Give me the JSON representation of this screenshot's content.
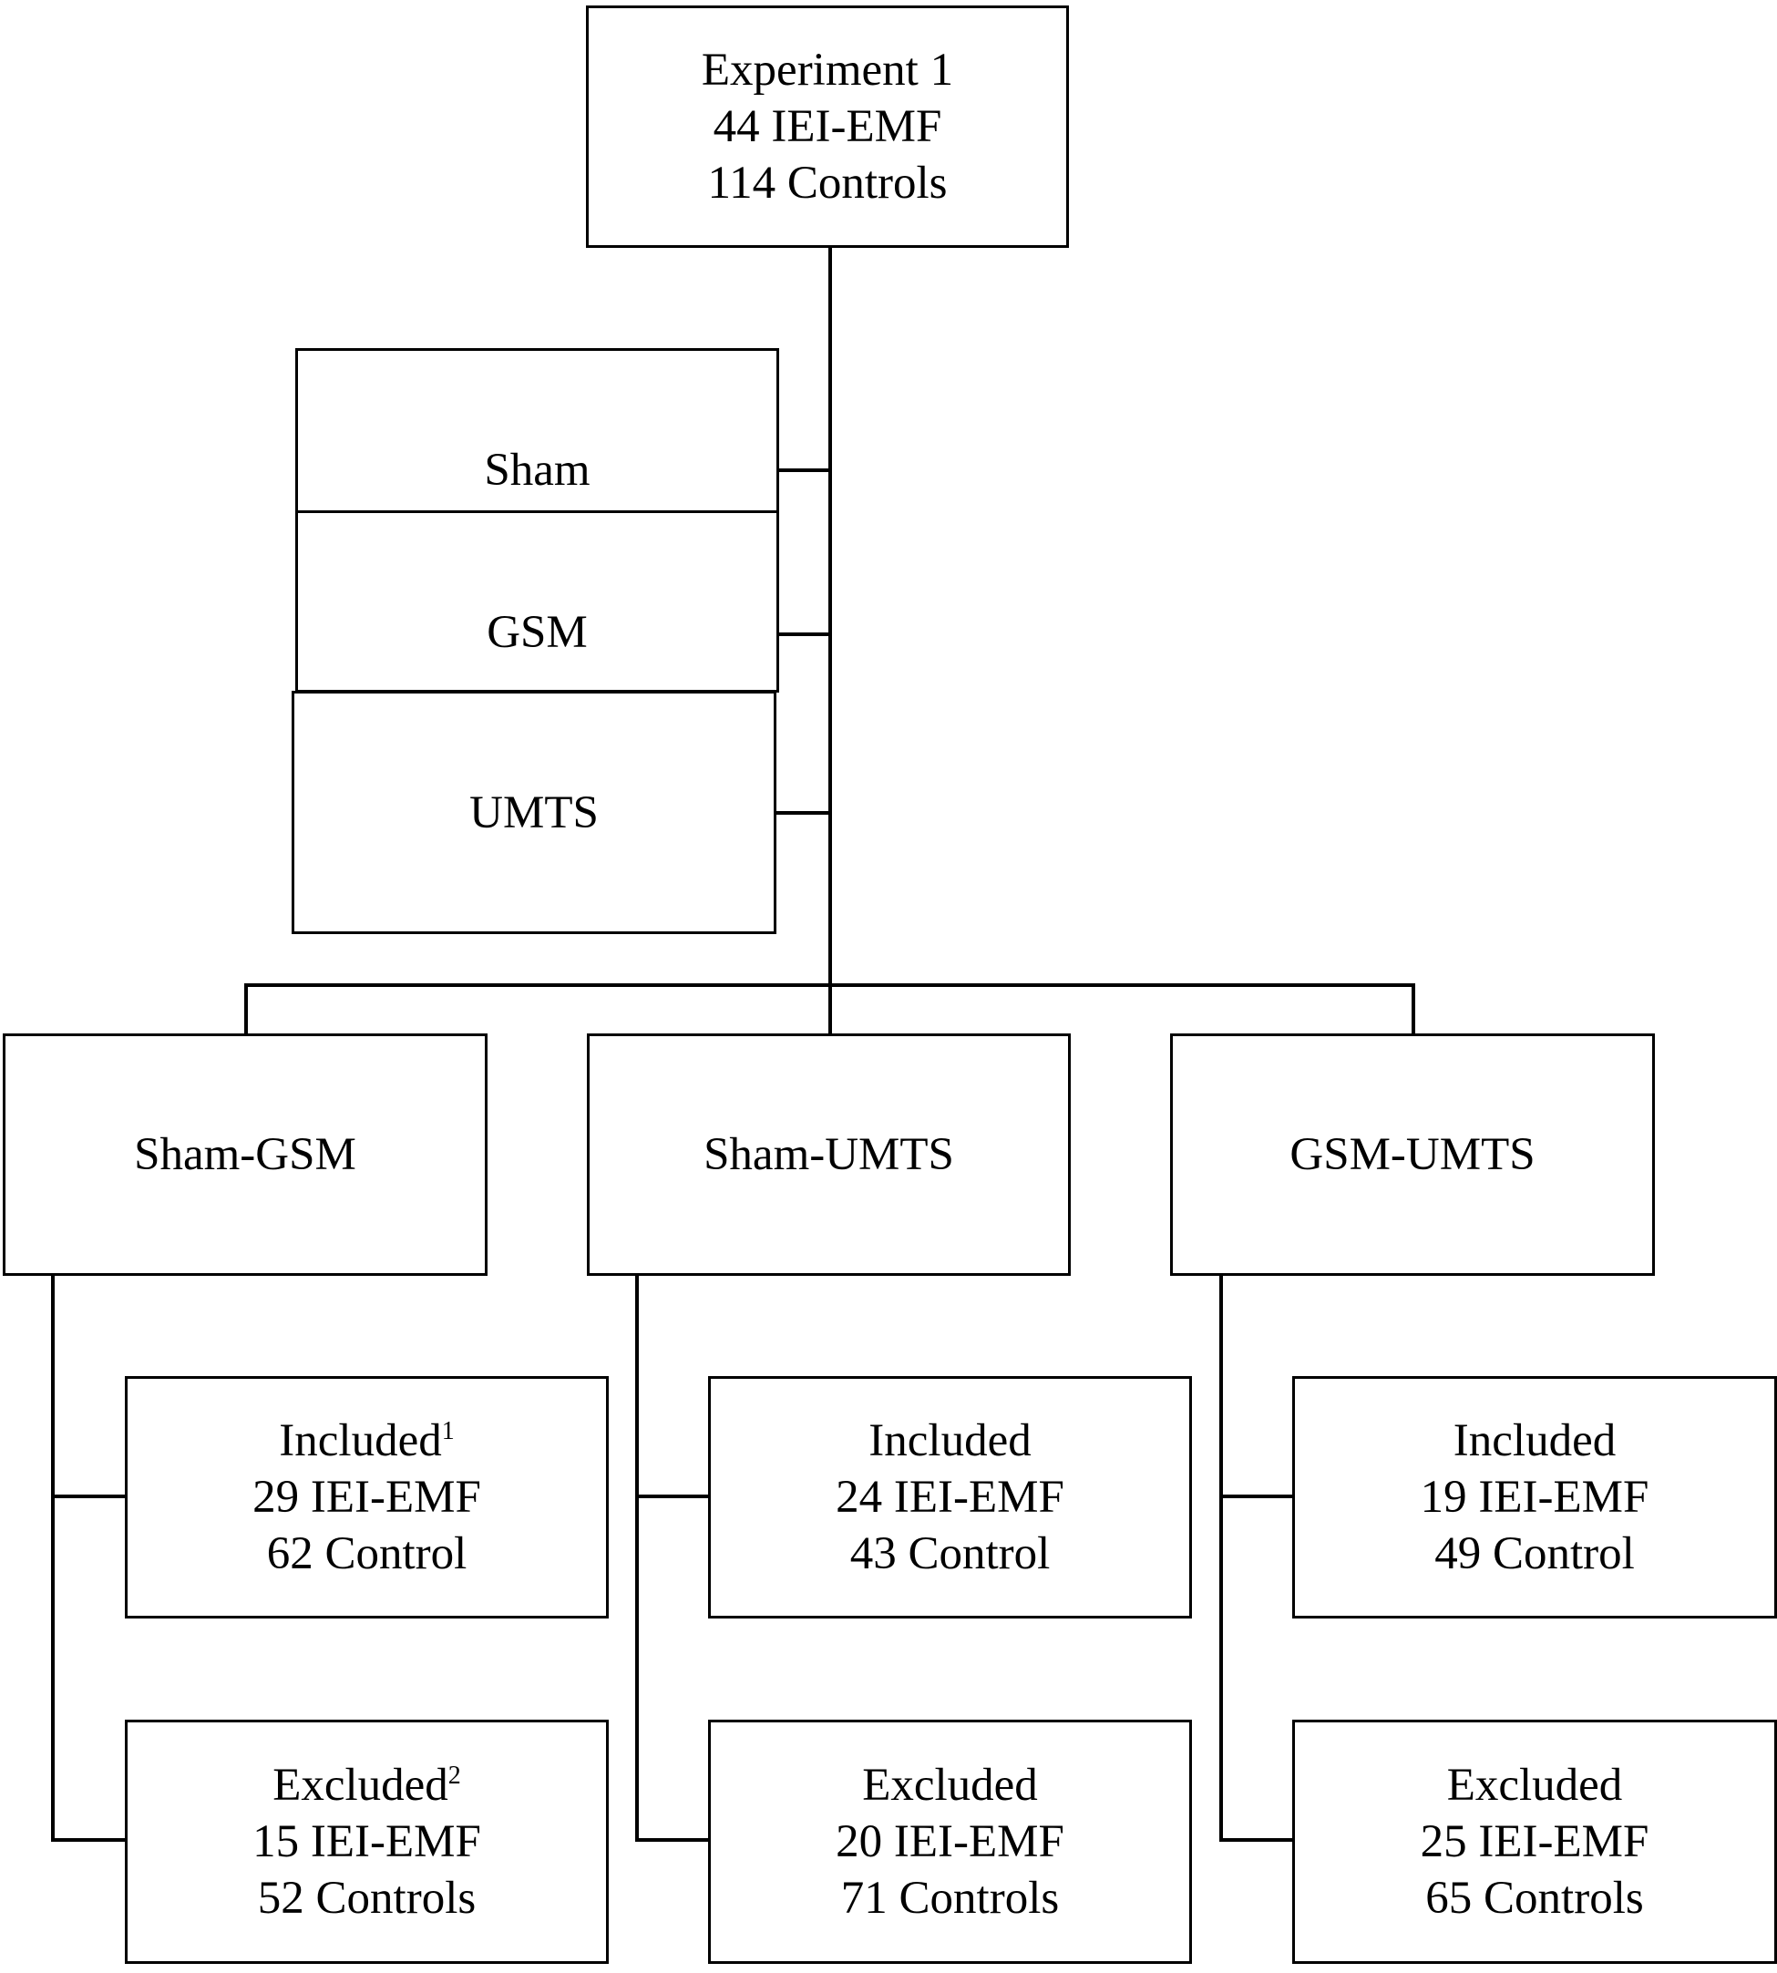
{
  "root": {
    "title": "Experiment 1",
    "line1": "44 IEI-EMF",
    "line2": "114 Controls"
  },
  "conditions": {
    "sham": "Sham",
    "gsm": "GSM",
    "umts": "UMTS"
  },
  "groups": [
    {
      "name": "Sham-GSM",
      "included": {
        "label": "Included",
        "note": "1",
        "iei": "29 IEI-EMF",
        "control": "62 Control"
      },
      "excluded": {
        "label": "Excluded",
        "note": "2",
        "iei": "15 IEI-EMF",
        "control": "52 Controls"
      }
    },
    {
      "name": "Sham-UMTS",
      "included": {
        "label": "Included",
        "note": "",
        "iei": "24 IEI-EMF",
        "control": "43 Control"
      },
      "excluded": {
        "label": "Excluded",
        "note": "",
        "iei": "20 IEI-EMF",
        "control": "71 Controls"
      }
    },
    {
      "name": "GSM-UMTS",
      "included": {
        "label": "Included",
        "note": "",
        "iei": "19 IEI-EMF",
        "control": "49 Control"
      },
      "excluded": {
        "label": "Excluded",
        "note": "",
        "iei": "25 IEI-EMF",
        "control": "65 Controls"
      }
    }
  ]
}
